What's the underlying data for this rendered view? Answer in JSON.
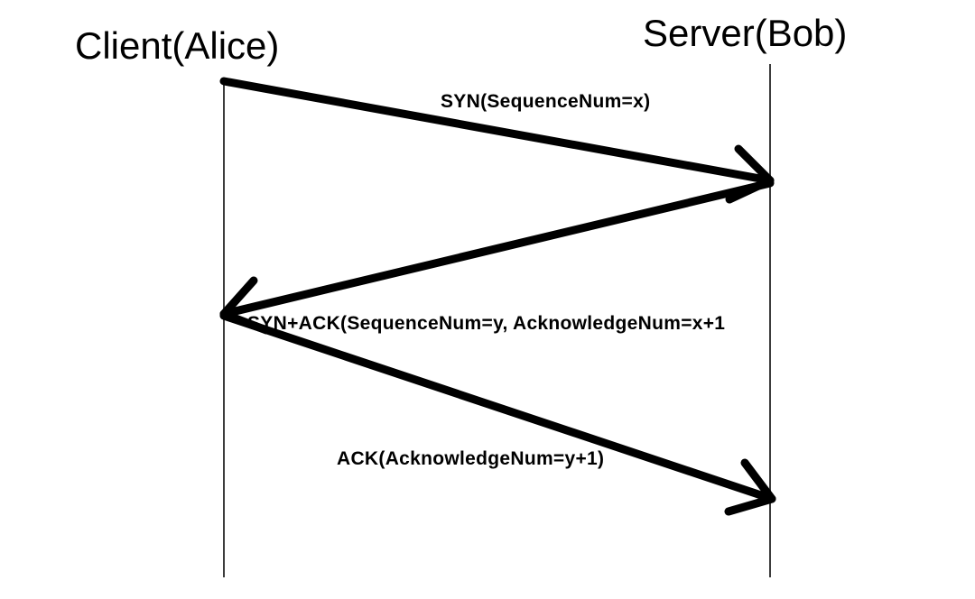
{
  "diagram_type": "sequence-diagram",
  "participants": [
    {
      "id": "client",
      "name": "Client(Alice)"
    },
    {
      "id": "server",
      "name": "Server(Bob)"
    }
  ],
  "messages": [
    {
      "label": "SYN(SequenceNum=x)",
      "from": "client",
      "to": "server"
    },
    {
      "label": "SYN+ACK(SequenceNum=y, AcknowledgeNum=x+1",
      "from": "server",
      "to": "client"
    },
    {
      "label": "ACK(AcknowledgeNum=y+1)",
      "from": "client",
      "to": "server"
    }
  ],
  "colors": {
    "background": "#ffffff",
    "arrow": "#000000",
    "lifeline": "#3c3c3c",
    "text": "#000000"
  }
}
